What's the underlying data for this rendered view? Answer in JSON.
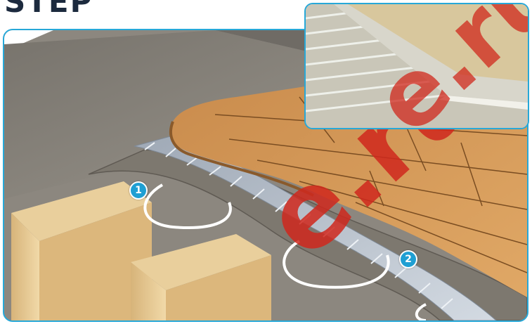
{
  "heading": "STEP",
  "watermark": "e.ru",
  "callouts": [
    {
      "label": "1"
    },
    {
      "label": "2"
    }
  ],
  "icons": {
    "callout_marker": "numbered-circle"
  },
  "colors": {
    "frame_border": "#27a8d8",
    "badge": "#1f9fd3",
    "heading": "#1c2a3e",
    "subfloor": "#8c877f",
    "wood_floor": "#d49a5c",
    "joist": "#e5c58e",
    "heating_tube": "#ffffff",
    "plate": "#b9c3cf",
    "watermark": "#d0281d"
  }
}
